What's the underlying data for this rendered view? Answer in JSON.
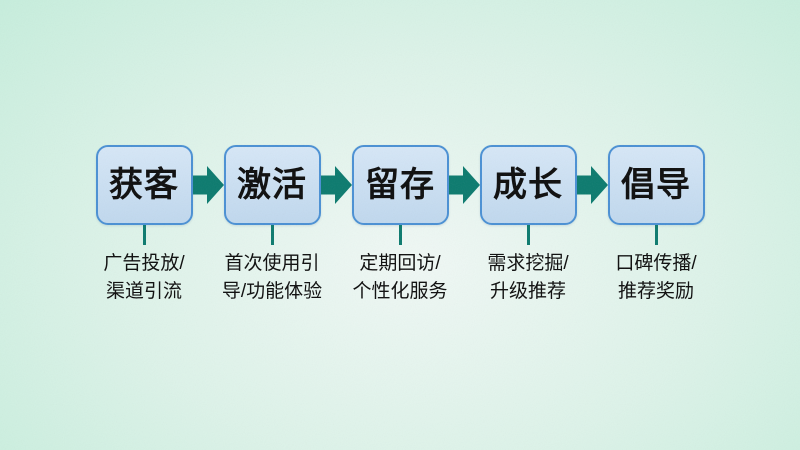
{
  "diagram": {
    "type": "horizontal-process-flow",
    "stage_count": 5
  },
  "colors": {
    "bg_center": "#f0f8f5",
    "bg_mid": "#ddf3e9",
    "bg_edge": "#c2edda",
    "box_fill_top": "#d6e7f7",
    "box_fill_bottom": "#c0d8ee",
    "box_border": "#4a90d4",
    "arrow": "#0b7a6e",
    "text": "#0d0d0d"
  },
  "icons": {
    "flow-arrow-icon": "block-arrow-right"
  },
  "stages": [
    {
      "title": "获客",
      "desc_lines": [
        "广告投放/",
        "渠道引流"
      ]
    },
    {
      "title": "激活",
      "desc_lines": [
        "首次使用引",
        "导/功能体验"
      ]
    },
    {
      "title": "留存",
      "desc_lines": [
        "定期回访/",
        "个性化服务"
      ]
    },
    {
      "title": "成长",
      "desc_lines": [
        "需求挖掘/",
        "升级推荐"
      ]
    },
    {
      "title": "倡导",
      "desc_lines": [
        "口碑传播/",
        "推荐奖励"
      ]
    }
  ]
}
